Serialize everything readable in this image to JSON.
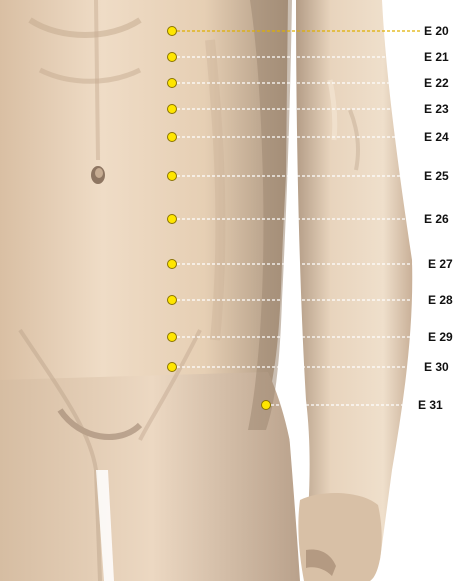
{
  "points": [
    {
      "label": "E 20",
      "highlighted": true
    },
    {
      "label": "E 21",
      "highlighted": false
    },
    {
      "label": "E 22",
      "highlighted": false
    },
    {
      "label": "E 23",
      "highlighted": false
    },
    {
      "label": "E 24",
      "highlighted": false
    },
    {
      "label": "E 25",
      "highlighted": false
    },
    {
      "label": "E 26",
      "highlighted": false
    },
    {
      "label": "E 27",
      "highlighted": false
    },
    {
      "label": "E 28",
      "highlighted": false
    },
    {
      "label": "E 29",
      "highlighted": false
    },
    {
      "label": "E 30",
      "highlighted": false
    },
    {
      "label": "E 31",
      "highlighted": false
    }
  ],
  "colors": {
    "background": "#ffffff",
    "skin": "#e9d2b8",
    "skin_shadow": "#a8927c",
    "point_fill": "#ffe600",
    "point_stroke": "#8a7300",
    "leader_line": "#ffffff",
    "leader_line_highlight": "#e0b000",
    "label_text": "#111111"
  }
}
